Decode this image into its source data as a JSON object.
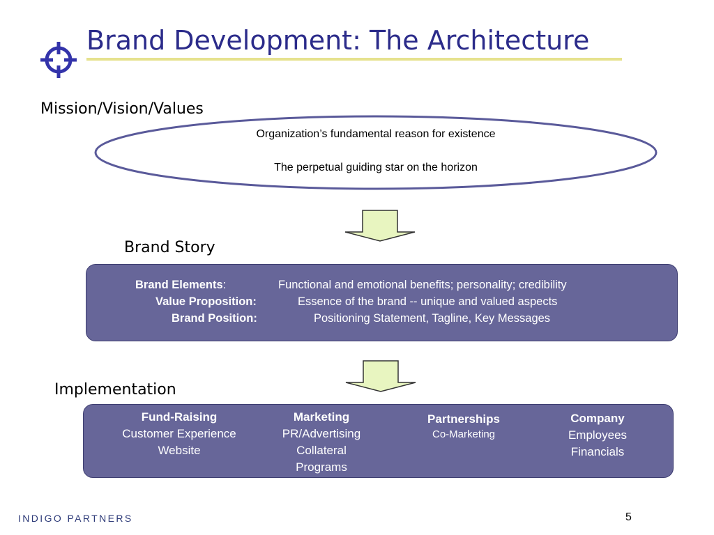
{
  "slide": {
    "title": "Brand Development: The Architecture",
    "page_number": "5",
    "brand_logo": "INDIGO PARTNERS",
    "colors": {
      "title": "#2b2b8a",
      "rule": "#e6e28e",
      "box_fill": "#676699",
      "arrow_fill": "#e8f5c0",
      "ellipse_stroke": "#5a5a9a"
    }
  },
  "mission": {
    "label": "Mission/Vision/Values",
    "line1": "Organization’s fundamental reason for existence",
    "line2": "The perpetual guiding star on the horizon"
  },
  "story": {
    "label": "Brand Story",
    "rows": [
      {
        "key": "Brand Elements",
        "sep": ":",
        "value": "Functional and emotional benefits; personality; credibility"
      },
      {
        "key": "Value Proposition:",
        "sep": "",
        "value": "Essence of the brand -- unique and valued aspects"
      },
      {
        "key": "Brand Position:",
        "sep": "",
        "value": "Positioning Statement, Tagline, Key Messages"
      }
    ]
  },
  "implementation": {
    "label": "Implementation",
    "columns": [
      {
        "heading": "Fund-Raising",
        "items": [
          "Customer Experience",
          "Website"
        ]
      },
      {
        "heading": "Marketing",
        "items": [
          "PR/Advertising",
          "Collateral",
          "Programs"
        ]
      },
      {
        "heading": "Partnerships",
        "items": [
          "Co-Marketing"
        ]
      },
      {
        "heading": "Company",
        "items": [
          "Employees",
          "Financials"
        ]
      }
    ]
  }
}
